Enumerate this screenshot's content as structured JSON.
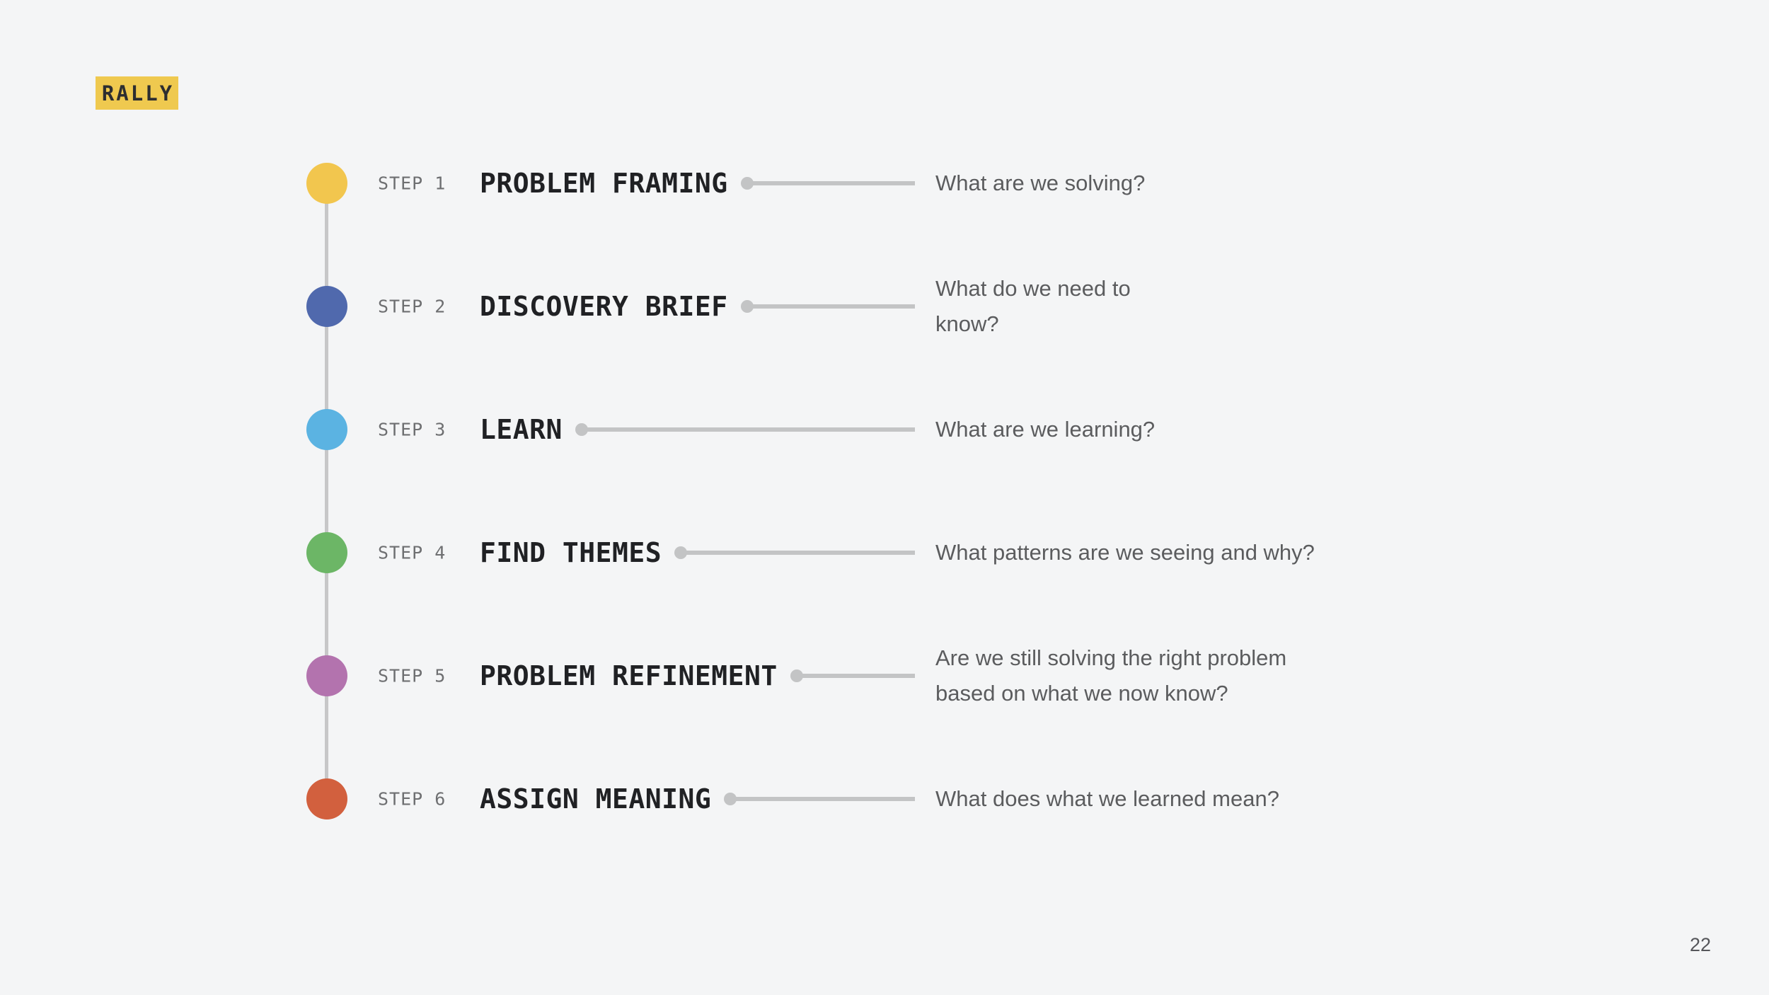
{
  "slide": {
    "brand": "RALLY",
    "page_number": "22"
  },
  "colors": {
    "background": "#F4F5F6",
    "badge_yellow": "#EFC94F",
    "badge_text": "#2D2E30",
    "timeline_gray": "#C7C7C8",
    "leader_gray": "#C3C4C5",
    "title_text": "#202124",
    "label_text": "#6E6F71",
    "question_text": "#5B5C5E"
  },
  "steps": [
    {
      "label": "STEP 1",
      "title": "PROBLEM FRAMING",
      "question": "What are we solving?",
      "color": "#F2C64E"
    },
    {
      "label": "STEP 2",
      "title": "DISCOVERY BRIEF",
      "question": "What do we need to\nknow?",
      "color": "#5069AD"
    },
    {
      "label": "STEP 3",
      "title": "LEARN",
      "question": "What are we learning?",
      "color": "#5BB3E2"
    },
    {
      "label": "STEP 4",
      "title": "FIND THEMES",
      "question": "What patterns are we seeing and why?",
      "color": "#6CB666"
    },
    {
      "label": "STEP 5",
      "title": "PROBLEM REFINEMENT",
      "question": "Are we still solving the right problem\nbased on what we now know?",
      "color": "#B373AE"
    },
    {
      "label": "STEP 6",
      "title": "ASSIGN MEANING",
      "question": "What does what we learned mean?",
      "color": "#D2603E"
    }
  ]
}
